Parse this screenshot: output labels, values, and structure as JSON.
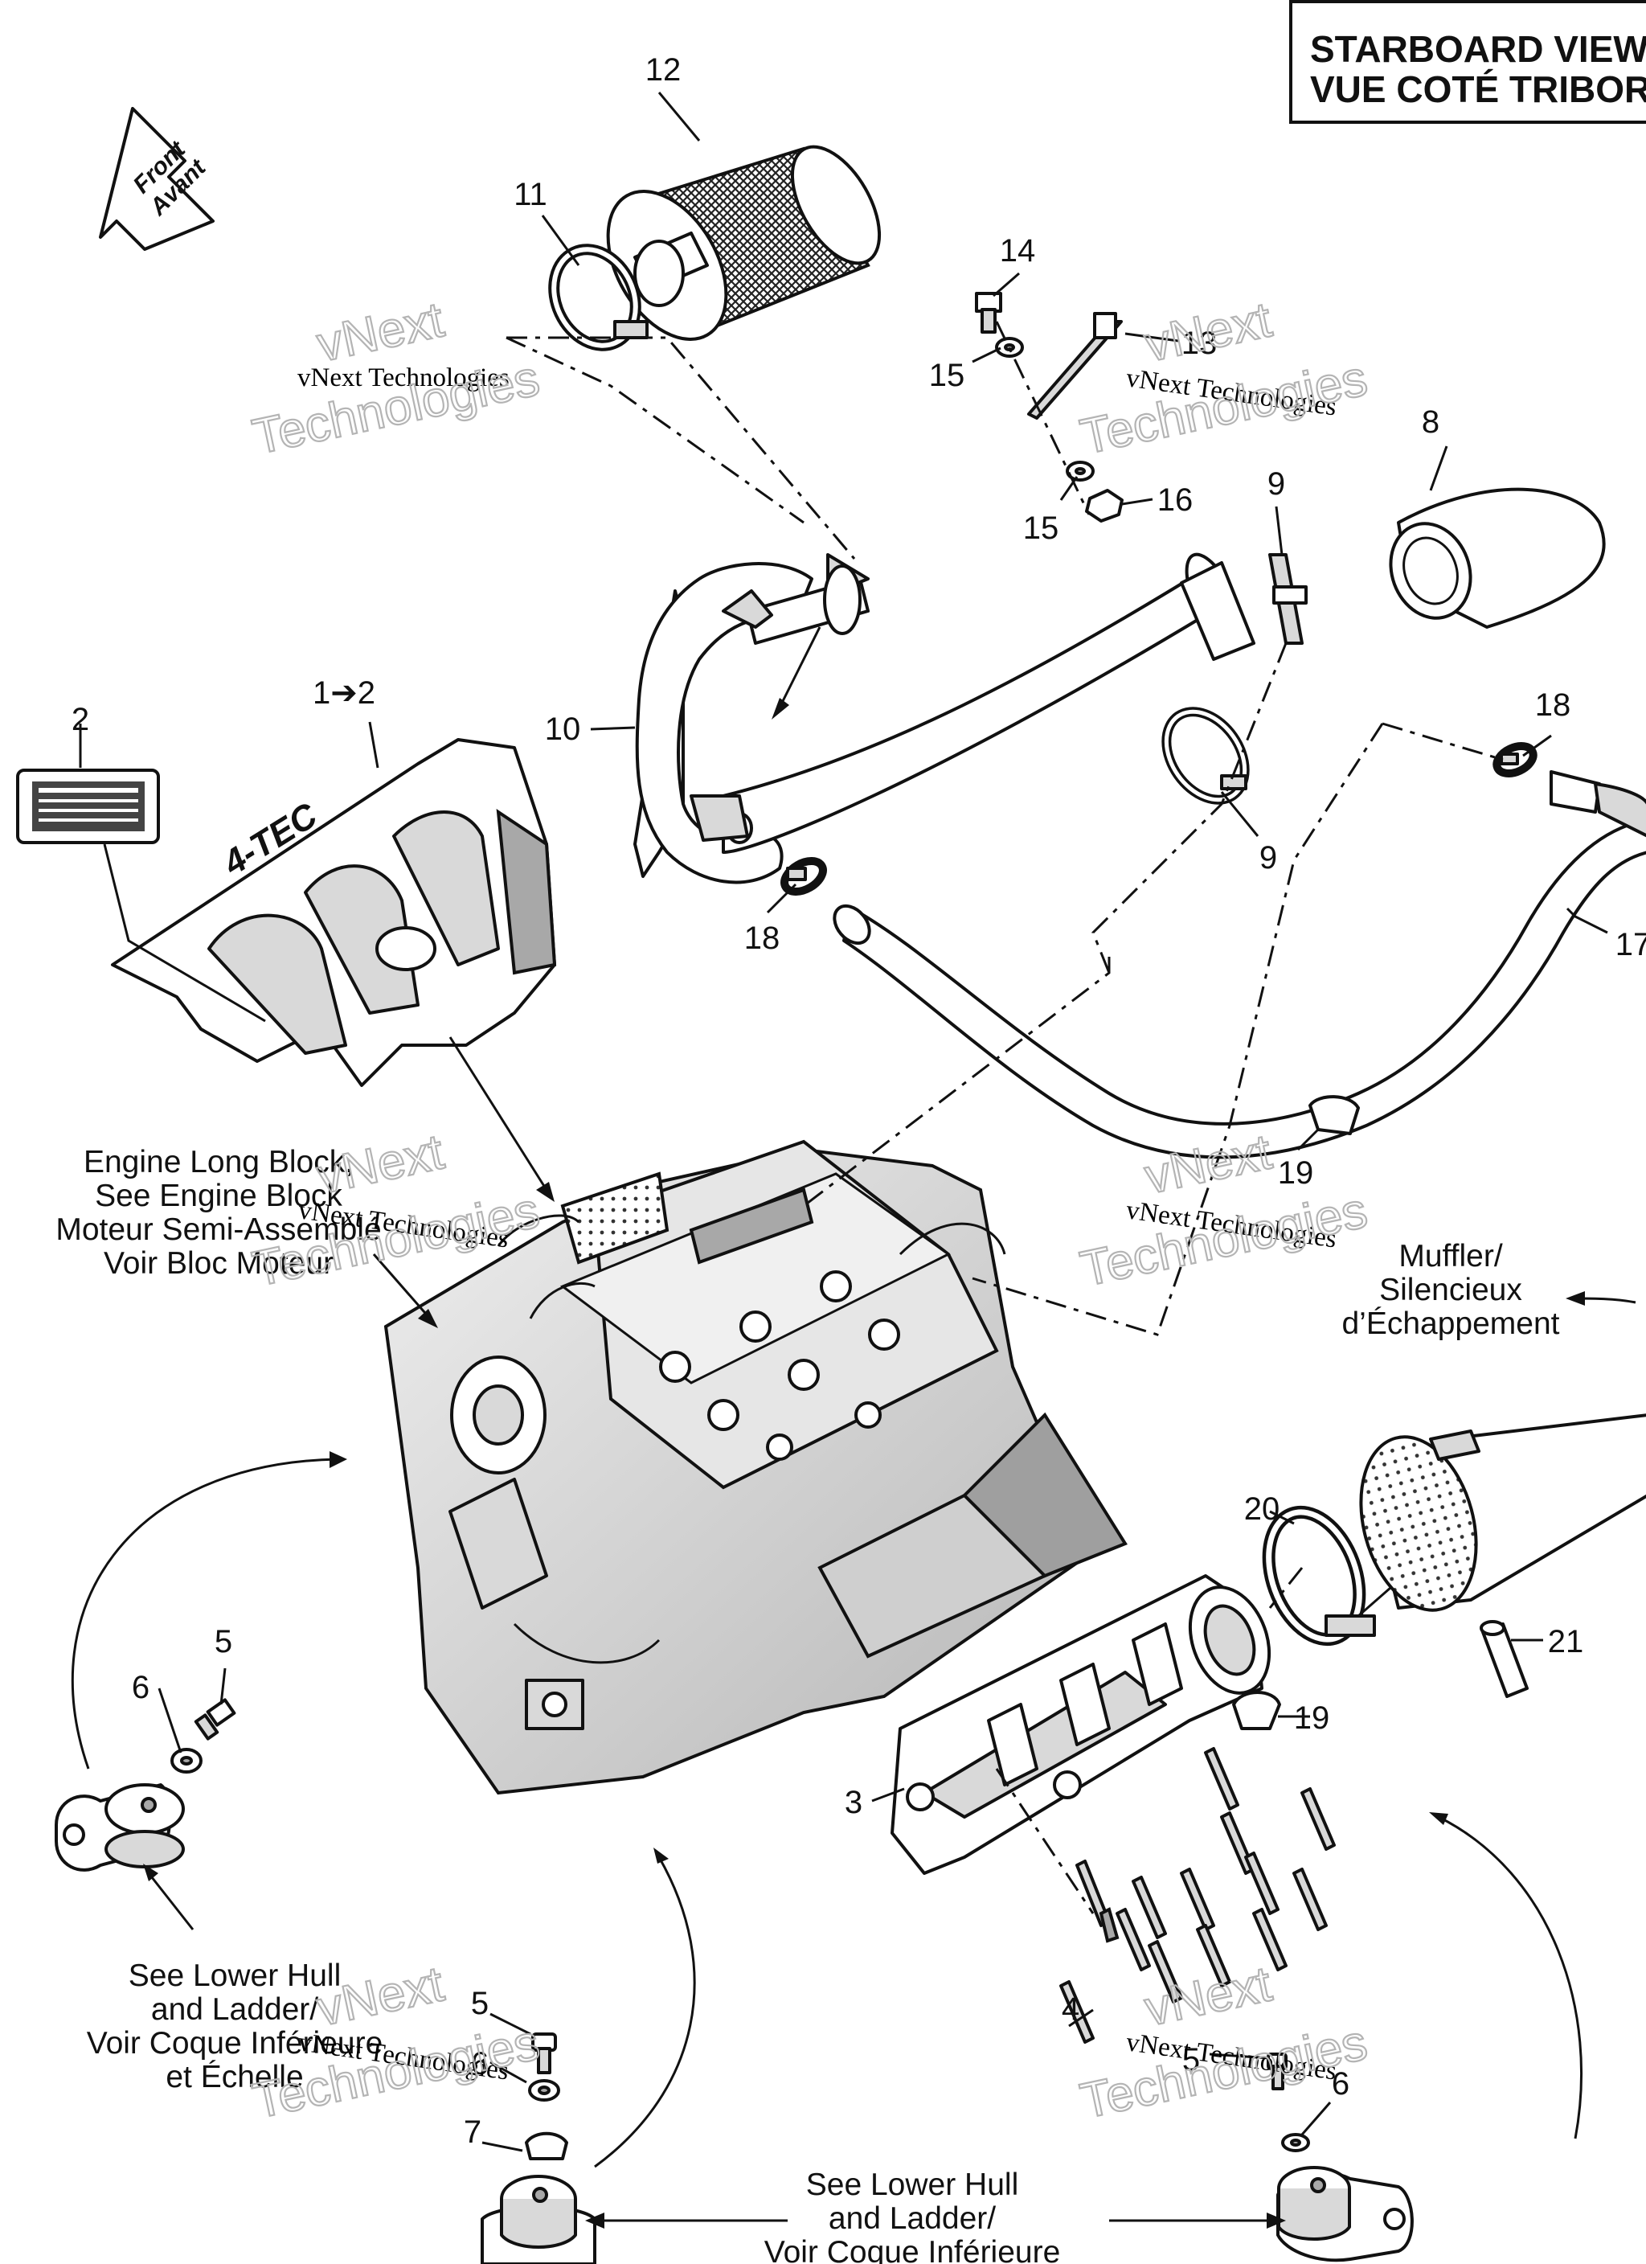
{
  "header": {
    "title_en": "STARBOARD VIEW",
    "title_fr": "VUE COTÉ TRIBORD"
  },
  "front_arrow": {
    "line1": "Front",
    "line2": "Avant"
  },
  "callouts": {
    "c1to2": "1➔2",
    "c2": "2",
    "c3": "3",
    "c4": "4",
    "c5a": "5",
    "c5b": "5",
    "c5c": "5",
    "c6a": "6",
    "c6b": "6",
    "c6c": "6",
    "c7": "7",
    "c8": "8",
    "c9a": "9",
    "c9b": "9",
    "c10": "10",
    "c11": "11",
    "c12": "12",
    "c13": "13",
    "c14": "14",
    "c15a": "15",
    "c15b": "15",
    "c16": "16",
    "c17": "17",
    "c18a": "18",
    "c18b": "18",
    "c19a": "19",
    "c19b": "19",
    "c20": "20",
    "c21": "21"
  },
  "notes": {
    "engine_block": [
      "Engine Long Block,",
      "See Engine Block",
      "Moteur Semi-Assemblé",
      "Voir Bloc Moteur"
    ],
    "muffler": [
      "Muffler/",
      "Silencieux",
      "d’Échappement"
    ],
    "lower_hull_left": [
      "See Lower Hull",
      "and Ladder/",
      "Voir Coque Inférieure",
      "et Échelle"
    ],
    "lower_hull_bottom": [
      "See Lower Hull",
      "and Ladder/",
      "Voir Coque Inférieure"
    ]
  },
  "cover_logo": "4-TEC",
  "watermark": {
    "line1a": "vNext",
    "line1b": "vNext Technologies",
    "line2": "Technologies"
  }
}
